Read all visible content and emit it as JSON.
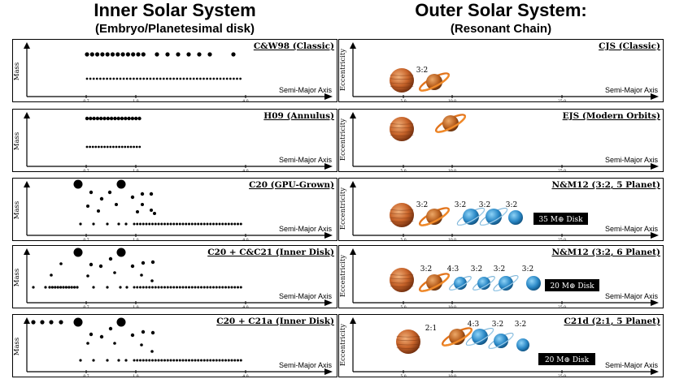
{
  "headers": {
    "inner_title": "Inner Solar System",
    "inner_subtitle": "(Embryo/Planetesimal disk)",
    "outer_title": "Outer Solar System:",
    "outer_subtitle": "(Resonant Chain)"
  },
  "axes": {
    "mass_label": "Mass",
    "ecc_label": "Eccentricity",
    "a_label": "Semi-Major Axis",
    "inner_ticks": [
      "0.7",
      "1.0",
      "4.0"
    ],
    "outer_ticks": [
      "5.0",
      "10.0",
      "25.0"
    ]
  },
  "inner_panels": [
    {
      "title": "C&W98 (Classic)"
    },
    {
      "title": "H09 (Annulus)"
    },
    {
      "title": "C20 (GPU-Grown)"
    },
    {
      "title": "C20 + C&C21 (Inner Disk)"
    },
    {
      "title": "C20 + C21a (Inner Disk)"
    }
  ],
  "outer_panels": [
    {
      "title": "CJS (Classic)",
      "resonances": [
        "3:2"
      ],
      "disk": ""
    },
    {
      "title": "EJS (Modern Orbits)",
      "resonances": [],
      "disk": ""
    },
    {
      "title": "N&M12 (3:2, 5 Planet)",
      "resonances": [
        "3:2",
        "3:2",
        "3:2",
        "3:2"
      ],
      "disk": "35 M⊕ Disk"
    },
    {
      "title": "N&M12 (3:2, 6 Planet)",
      "resonances": [
        "3:2",
        "4:3",
        "3:2",
        "3:2",
        "3:2"
      ],
      "disk": "20 M⊕ Disk"
    },
    {
      "title": "C21d (2:1, 5 Planet)",
      "resonances": [
        "2:1",
        "4:3",
        "3:2",
        "3:2"
      ],
      "disk": "20 M⊕ Disk"
    }
  ],
  "colors": {
    "jupiter": "#c8642a",
    "saturn": "#b85f1e",
    "ice_giant": "#2a88c6",
    "disk_box": "#000000"
  }
}
